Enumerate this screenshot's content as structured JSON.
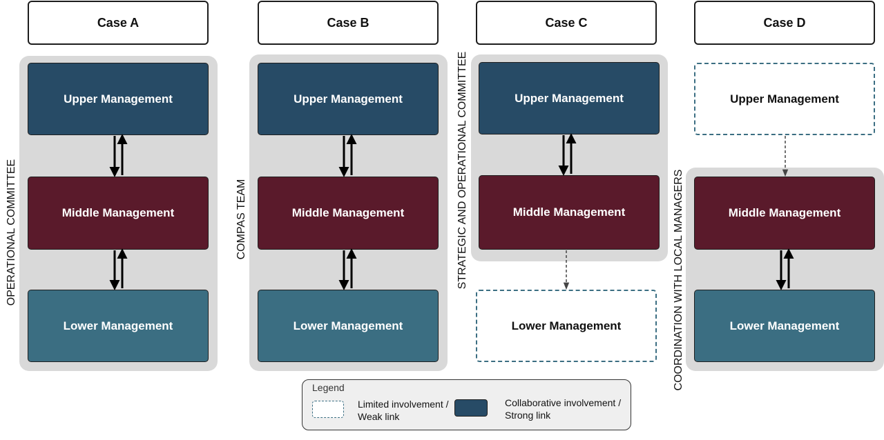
{
  "cases": [
    {
      "title": "Case A",
      "group_label": "OPERATIONAL COMMITTEE",
      "upper": "Upper Management",
      "middle": "Middle Management",
      "lower": "Lower Management"
    },
    {
      "title": "Case B",
      "group_label": "COMPAS TEAM",
      "upper": "Upper Management",
      "middle": "Middle Management",
      "lower": "Lower Management"
    },
    {
      "title": "Case C",
      "group_label": "STRATEGIC AND OPERATIONAL COMMITTEE",
      "upper": "Upper Management",
      "middle": "Middle Management",
      "lower": "Lower Management"
    },
    {
      "title": "Case D",
      "group_label": "COORDINATION WITH LOCAL MANAGERS",
      "upper": "Upper Management",
      "middle": "Middle Management",
      "lower": "Lower Management"
    }
  ],
  "legend": {
    "title": "Legend",
    "weak_line1": "Limited involvement /",
    "weak_line2": "Weak link",
    "strong_line1": "Collaborative involvement /",
    "strong_line2": "Strong link"
  },
  "colors": {
    "upper": "#274b66",
    "middle": "#5a1a2b",
    "lower": "#3b6e82",
    "group_background": "#d9d9d9",
    "weak_border": "#3b6e82"
  }
}
